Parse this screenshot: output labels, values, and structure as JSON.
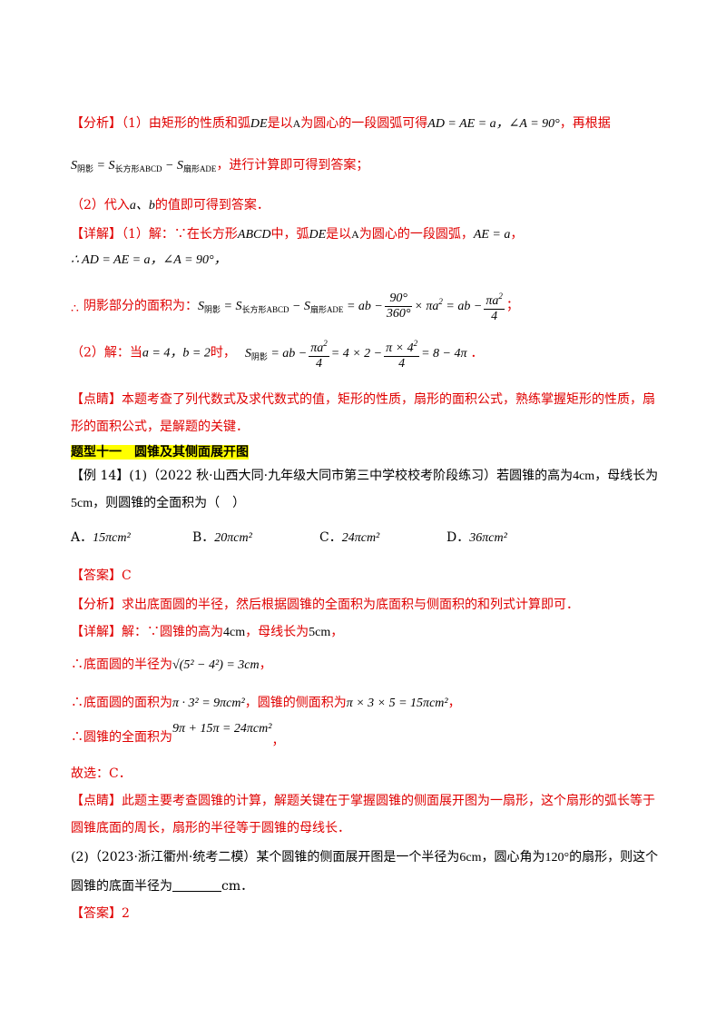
{
  "section_analysis1": {
    "label": "【分析】",
    "part1_a": "（1）由矩形的性质和弧",
    "arc": "DE",
    "part1_b": "是以",
    "A": "A",
    "part1_c": "为圆心的一段圆弧可得",
    "eq1": "AD = AE = a，∠A = 90°",
    "part1_d": "，再根据",
    "formula_text": "，进行计算即可得到答案；",
    "part2_a": "（2）代入",
    "ab": "a、b",
    "part2_b": "的值即可得到答案．"
  },
  "section_detail1": {
    "label": "【详解】",
    "l1_a": "（1）解：∵在长方形",
    "abcd": "ABCD",
    "l1_b": "中，弧",
    "l1_c": "是以",
    "l1_d": "为圆心的一段圆弧，",
    "ae_eq": "AE = a",
    "comma": "，",
    "l2": "∴ AD = AE = a，∠A = 90°，",
    "therefore": "∴",
    "l3_a": "阴影部分的面积为：",
    "l4_a": "（2）解：当",
    "l4_b": "a = 4，b = 2",
    "l4_c": "时，",
    "period": "．"
  },
  "section_comment1": {
    "label": "【点睛】",
    "text1": "本题考查了列代数式及求代数式的值，矩形的性质，扇形的面积公式，熟练掌握矩形的性质，扇",
    "text2": "形的面积公式，是解题的关键．"
  },
  "heading": "题型十一　圆锥及其侧面展开图",
  "example14": {
    "prefix": "【例 14】(1)（2022 秋·山西大同·九年级大同市第三中学校校考阶段练习）若圆锥的高为",
    "h": "4cm",
    "mid": "，母线长为",
    "l": "5cm",
    "suffix": "，则圆锥的全面积为（　）",
    "options": [
      {
        "letter": "A．",
        "value": "15πcm²"
      },
      {
        "letter": "B．",
        "value": "20πcm²"
      },
      {
        "letter": "C．",
        "value": "24πcm²"
      },
      {
        "letter": "D．",
        "value": "36πcm²"
      }
    ]
  },
  "answer1": {
    "label": "【答案】",
    "value": "C"
  },
  "analysis2": {
    "label": "【分析】",
    "text": "求出底面圆的半径，然后根据圆锥的全面积为底面积与侧面积的和列式计算即可．"
  },
  "detail2": {
    "label": "【详解】",
    "l1_a": "解：∵圆锥的高为",
    "h": "4cm",
    "l1_b": "，母线长为",
    "l": "5cm",
    "l1_c": "，",
    "l2_a": "∴底面圆的半径为",
    "l2_m": "√(5² − 4²) = 3cm",
    "l2_b": "，",
    "l3_a": "∴底面圆的面积为",
    "l3_m": "π · 3² = 9πcm²",
    "l3_b": "，圆锥的侧面积为",
    "l3_m2": "π × 3 × 5 = 15πcm²",
    "l3_c": "，",
    "l4_a": "∴圆锥的全面积为",
    "l4_m": "9π + 15π = 24πcm²",
    "l4_b": "，",
    "choose": "故选：C．"
  },
  "comment2": {
    "label": "【点睛】",
    "text1": "此题主要考查圆锥的计算，解题关键在于掌握圆锥的侧面展开图为一扇形，这个扇形的弧长等于",
    "text2": "圆锥底面的周长，扇形的半径等于圆锥的母线长．"
  },
  "q2": {
    "a": "(2)（2023·浙江衢州·统考二模）某个圆锥的侧面展开图是一个半径为",
    "r": "6cm",
    "b": "，圆心角为",
    "angle": "120°",
    "c": "的扇形，则这个",
    "d": "圆锥的底面半径为",
    "e": "cm．"
  },
  "answer2": {
    "label": "【答案】",
    "value": "2"
  }
}
